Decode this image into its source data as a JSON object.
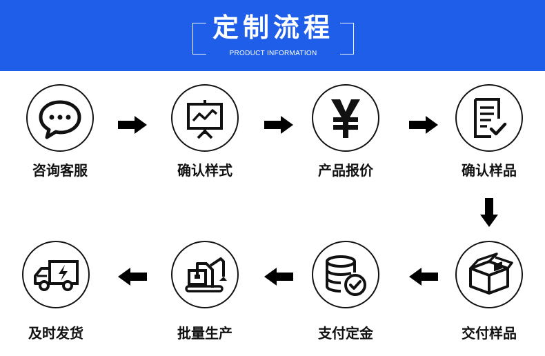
{
  "header": {
    "title": "定制流程",
    "subtitle": "PRODUCT INFORMATION",
    "background": "#1e5ee8"
  },
  "steps": [
    {
      "label": "咨询客服",
      "icon": "chat-bubble-icon"
    },
    {
      "label": "确认样式",
      "icon": "presentation-chart-icon"
    },
    {
      "label": "产品报价",
      "icon": "yen-icon"
    },
    {
      "label": "确认样品",
      "icon": "document-check-icon"
    },
    {
      "label": "交付样品",
      "icon": "box-icon"
    },
    {
      "label": "支付定金",
      "icon": "coins-check-icon"
    },
    {
      "label": "批量生产",
      "icon": "excavator-icon"
    },
    {
      "label": "及时发货",
      "icon": "delivery-truck-icon"
    }
  ]
}
